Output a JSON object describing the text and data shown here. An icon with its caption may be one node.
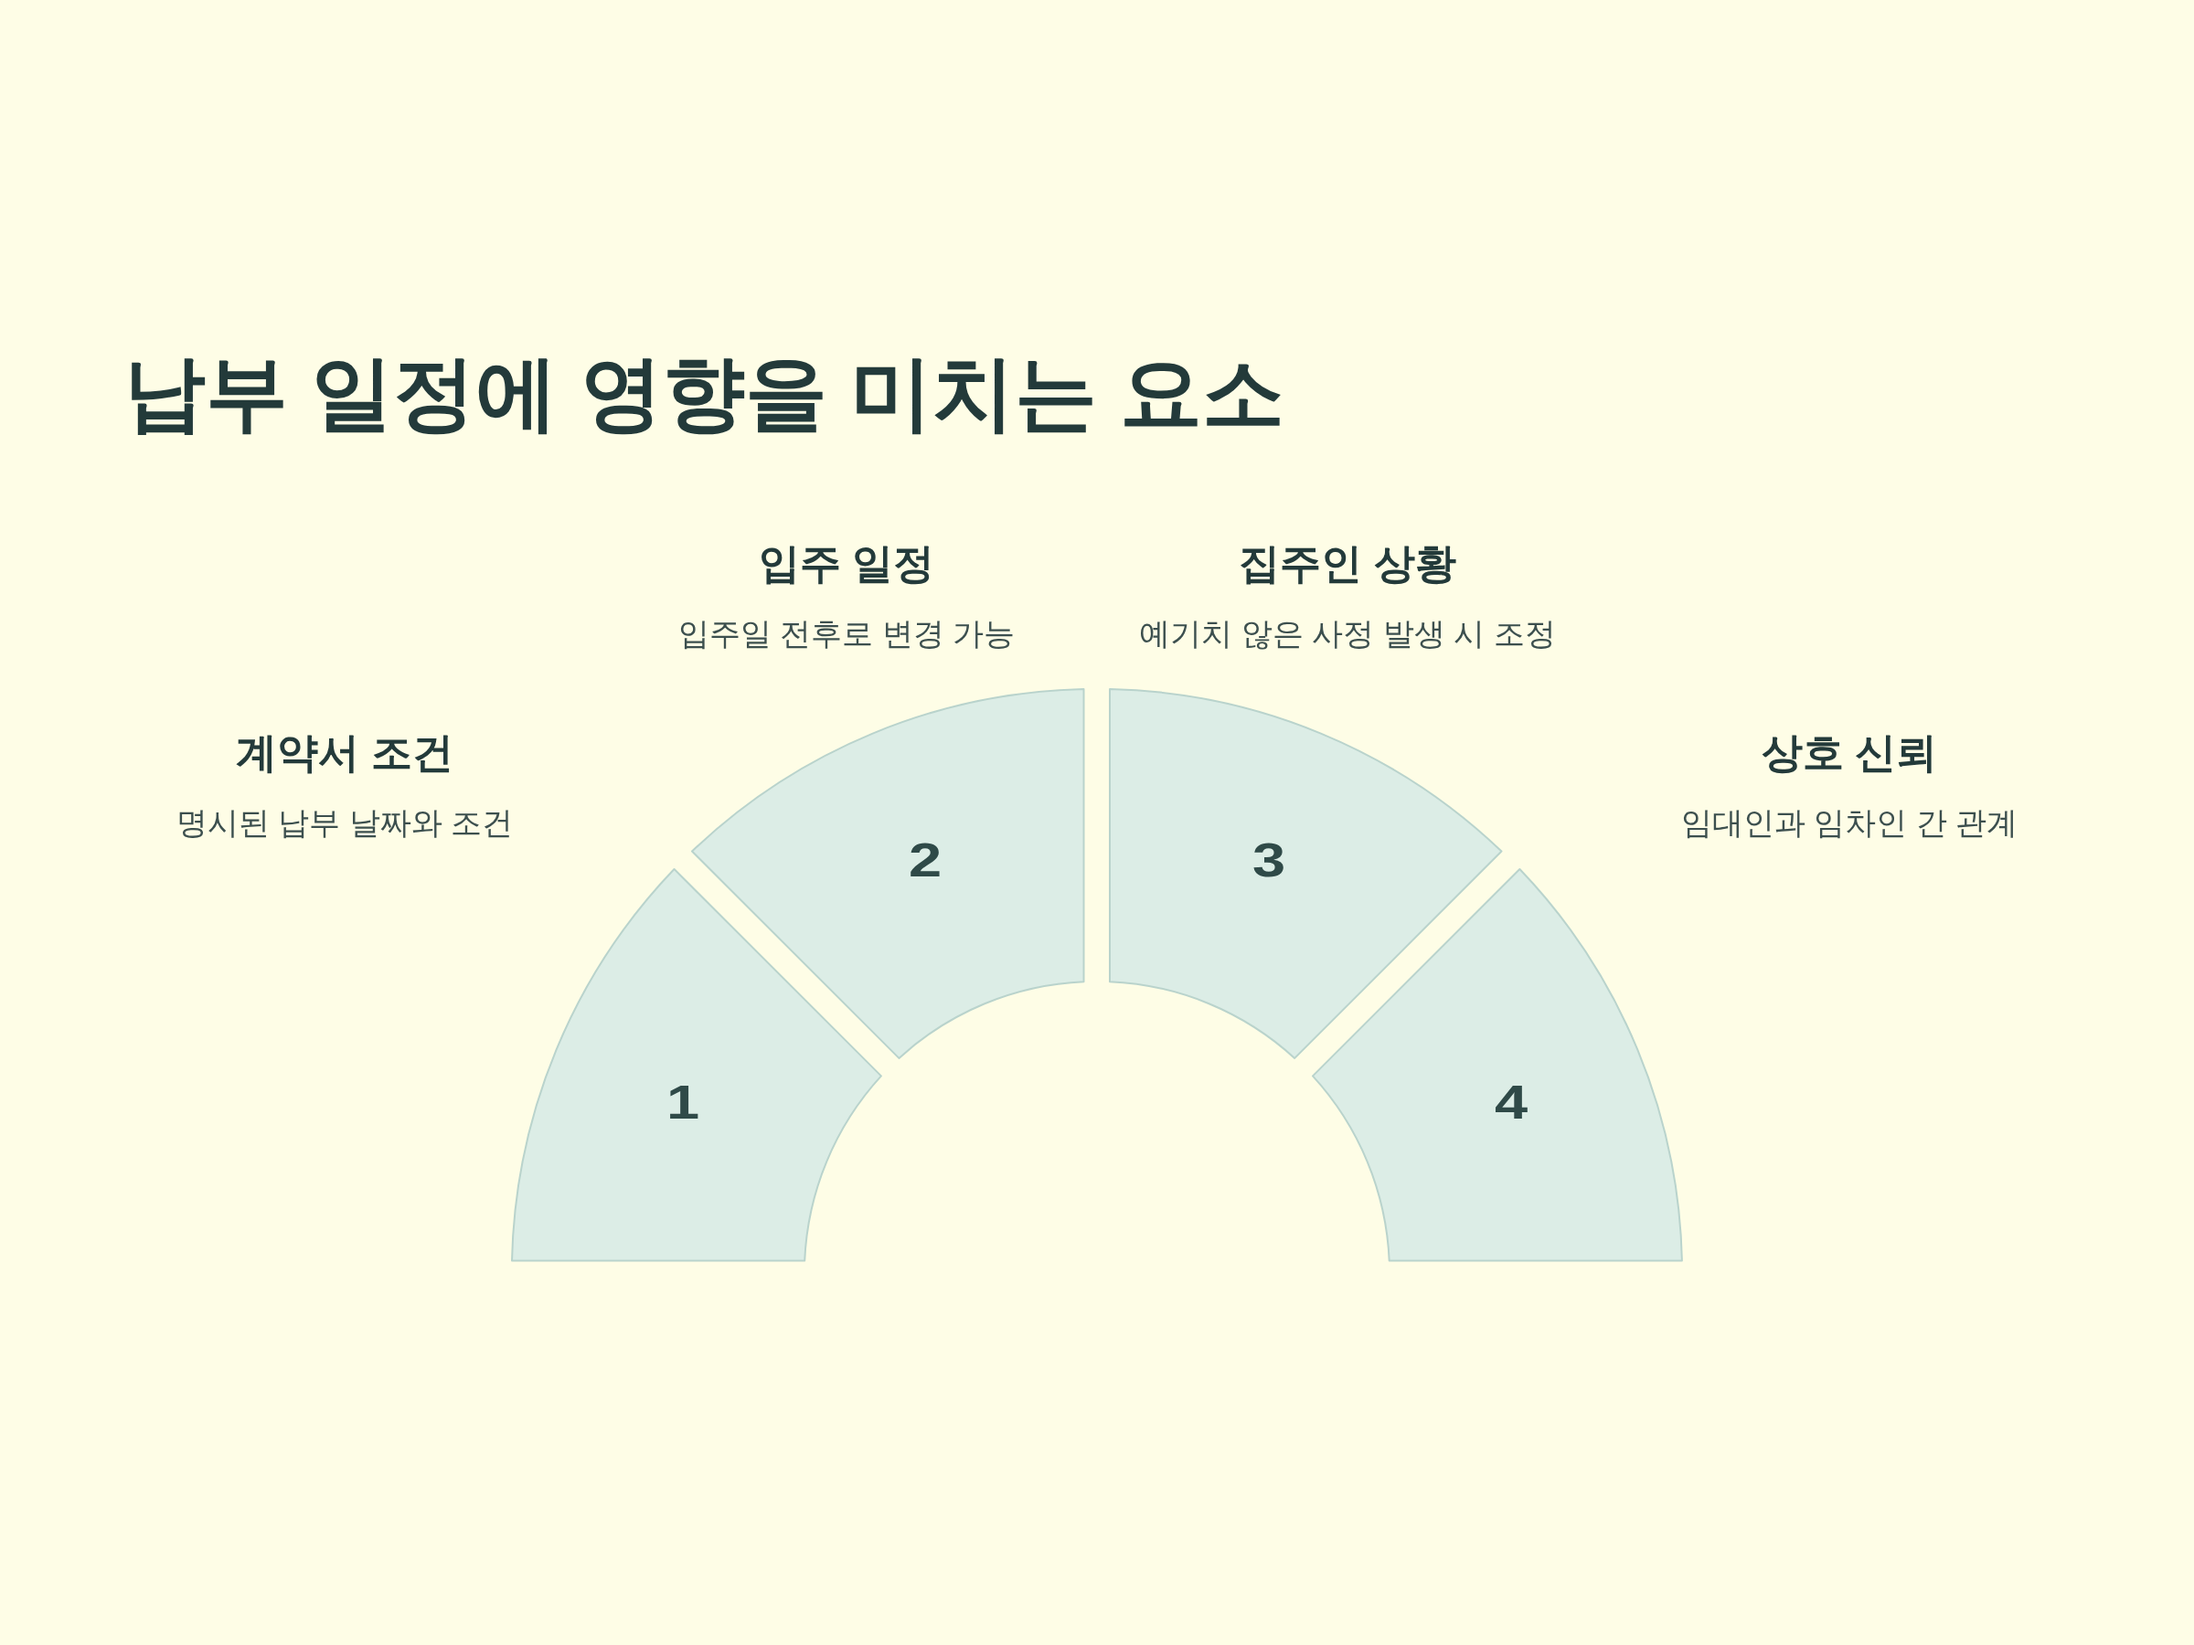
{
  "diagram": {
    "title": "납부 일정에 영향을 미치는 요소",
    "nodes": [
      {
        "text": [
          "1"
        ],
        "beside": [
          "계약서 조건",
          "명시된 납부 날짜와 조건"
        ]
      },
      {
        "text": [
          "2"
        ],
        "beside": [
          "입주 일정",
          "입주일 전후로 변경 가능"
        ]
      },
      {
        "text": [
          "3"
        ],
        "beside": [
          "집주인 상황",
          "예기치 않은 사정 발생 시 조정"
        ]
      },
      {
        "text": [
          "4"
        ],
        "beside": [
          "상호 신뢰",
          "임대인과 임차인 간 관계"
        ]
      }
    ]
  }
}
